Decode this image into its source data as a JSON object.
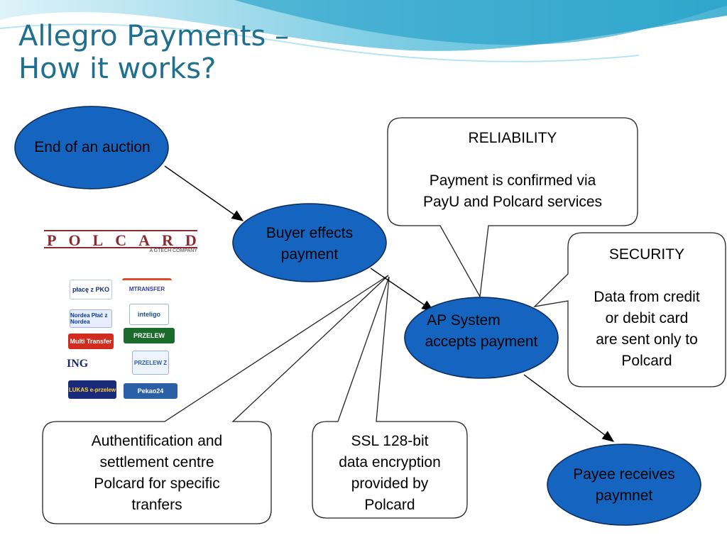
{
  "slide": {
    "title_line1": "Allegro Payments –",
    "title_line2": "How it works?"
  },
  "nodes": {
    "auction_end": {
      "label": "End of an auction"
    },
    "buyer_payment": {
      "line1": "Buyer effects",
      "line2": "payment"
    },
    "ap_system": {
      "line1": "AP System",
      "line2": "accepts payment"
    },
    "payee": {
      "line1": "Payee receives",
      "line2": "paymnet"
    }
  },
  "callouts": {
    "reliability": {
      "heading": "RELIABILITY",
      "line1": "Payment is confirmed via",
      "line2": "PayU and Polcard services"
    },
    "security": {
      "heading": "SECURITY",
      "line1": "Data from credit",
      "line2": "or debit card",
      "line3": "are sent only to",
      "line4": "Polcard"
    },
    "auth_centre": {
      "line1": "Authentification and",
      "line2": "settlement centre",
      "line3": "Polcard for specific",
      "line4": "tranfers"
    },
    "ssl": {
      "line1": "SSL 128-bit",
      "line2": "data encryption",
      "line3": "provided by",
      "line4": "Polcard"
    }
  },
  "logos": {
    "polcard": {
      "word": "POLCARD",
      "tagline": "A GTECH COMPANY"
    },
    "banks": [
      "płacę z PKO",
      "MTRANSFER",
      "Nordea Płać z Nordea",
      "inteligo",
      "Multi Transfer",
      "PRZELEW",
      "ING",
      "PRZELEW Z",
      "LUKAS e-przelew",
      "Pekao24"
    ]
  },
  "colors": {
    "title": "#1f6f8f",
    "node_fill": "#1565c0",
    "node_stroke": "#0b2a55",
    "callout_stroke": "#222222"
  }
}
